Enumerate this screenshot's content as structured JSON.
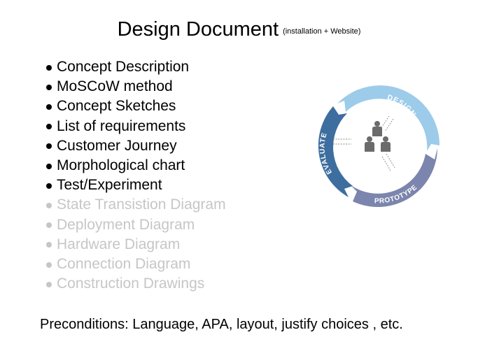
{
  "header": {
    "title": "Design Document",
    "subtitle": "(installation + Website)"
  },
  "deliverables": {
    "completed": [
      "Concept Description",
      "MoSCoW method",
      "Concept Sketches",
      "List of requirements",
      "Customer Journey",
      "Morphological chart",
      "Test/Experiment"
    ],
    "pending": [
      "State Transistion Diagram",
      "Deployment Diagram",
      "Hardware Diagram",
      "Connection Diagram",
      "Construction Drawings"
    ]
  },
  "cycle": {
    "design_label": "DESIGN",
    "prototype_label": "PROTOTYPE",
    "evaluate_label": "EVALUATE",
    "colors": {
      "design": "#9dcbea",
      "prototype": "#7c85ad",
      "evaluate": "#3e6e9f",
      "people": "#6b6b6b"
    }
  },
  "footer": {
    "preconditions": "Preconditions: Language, APA, layout, justify choices , etc."
  }
}
